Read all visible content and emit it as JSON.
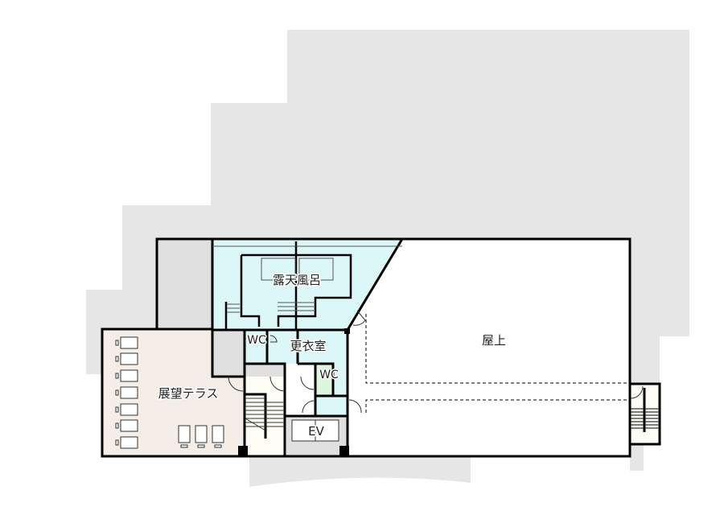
{
  "colors": {
    "site": "#e6e6e6",
    "bath": "#dcf7f8",
    "terrace": "#f5eee8",
    "core": "#e0e0e0",
    "wc_green": "#dcf7dc",
    "stair": "#fefef6",
    "wall": "#000000"
  },
  "rooms": {
    "outdoor_bath": "露天風呂",
    "changing_room": "更衣室",
    "wc_1": "WC",
    "wc_2": "WC",
    "terrace": "展望テラス",
    "elevator": "EV",
    "rooftop": "屋上"
  }
}
